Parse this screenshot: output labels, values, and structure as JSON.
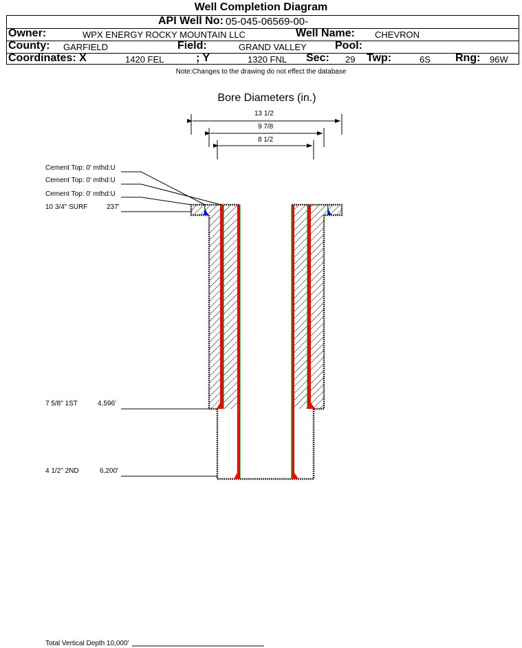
{
  "title": "Well Completion Diagram",
  "header": {
    "api_label": "API Well No:",
    "api_value": "05-045-06569-00-",
    "owner_label": "Owner:",
    "owner_value": "WPX ENERGY ROCKY MOUNTAIN LLC",
    "well_name_label": "Well Name:",
    "well_name_value": "CHEVRON",
    "county_label": "County:",
    "county_value": "GARFIELD",
    "field_label": "Field:",
    "field_value": "GRAND VALLEY",
    "pool_label": "Pool:",
    "coord_x_label": "Coordinates: X",
    "coord_x_value": "1420 FEL",
    "coord_y_label": "; Y",
    "coord_y_value": "1320 FNL",
    "sec_label": "Sec:",
    "sec_value": "29",
    "twp_label": "Twp:",
    "twp_value": "6S",
    "rng_label": "Rng:",
    "rng_value": "96W"
  },
  "note": "Note:Changes to the drawing do not effect the database",
  "diagram": {
    "bore_title": "Bore Diameters (in.)",
    "bores": [
      "13 1/2",
      "9 7/8",
      "8 1/2"
    ],
    "labels": {
      "cement1": "Cement Top: 0' mthd:U",
      "cement2": "Cement Top: 0' mthd:U",
      "cement3": "Cement Top: 0' mthd:U",
      "surf_name": "10 3/4\" SURF",
      "surf_depth": "237'",
      "first_name": "7 5/8\" 1ST",
      "first_depth": "4,596'",
      "second_name": "4 1/2\" 2ND",
      "second_depth": "6,200'",
      "tvd": "Total Vertical Depth 10,000'"
    },
    "colors": {
      "casing": "#ff0000",
      "cement_line": "#008000",
      "cement_top": "#0000ff"
    }
  }
}
